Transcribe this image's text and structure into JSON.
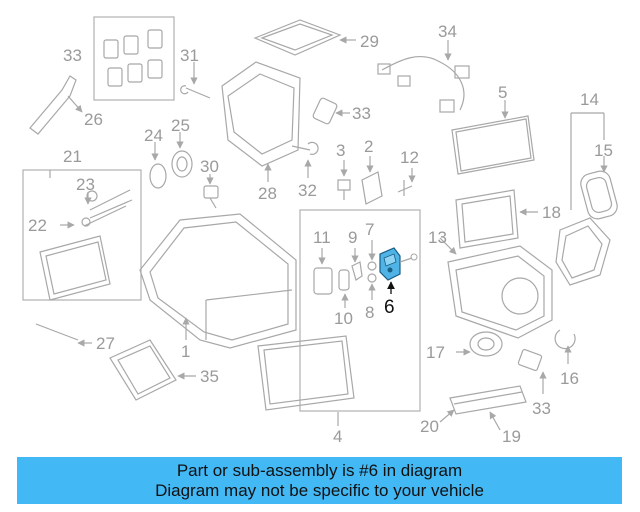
{
  "banner": {
    "line1": "Part or sub-assembly is #6 in diagram",
    "line2": "Diagram may not be specific to your vehicle",
    "background": "#42b8f5"
  },
  "highlight_color": "#4fb3e6",
  "callouts": [
    {
      "id": "1",
      "label": "1"
    },
    {
      "id": "2",
      "label": "2"
    },
    {
      "id": "3",
      "label": "3"
    },
    {
      "id": "4",
      "label": "4"
    },
    {
      "id": "5",
      "label": "5"
    },
    {
      "id": "6",
      "label": "6"
    },
    {
      "id": "7",
      "label": "7"
    },
    {
      "id": "8",
      "label": "8"
    },
    {
      "id": "9",
      "label": "9"
    },
    {
      "id": "10",
      "label": "10"
    },
    {
      "id": "11",
      "label": "11"
    },
    {
      "id": "12",
      "label": "12"
    },
    {
      "id": "13",
      "label": "13"
    },
    {
      "id": "14",
      "label": "14"
    },
    {
      "id": "15",
      "label": "15"
    },
    {
      "id": "16",
      "label": "16"
    },
    {
      "id": "17",
      "label": "17"
    },
    {
      "id": "18",
      "label": "18"
    },
    {
      "id": "19",
      "label": "19"
    },
    {
      "id": "20",
      "label": "20"
    },
    {
      "id": "21",
      "label": "21"
    },
    {
      "id": "22",
      "label": "22"
    },
    {
      "id": "23",
      "label": "23"
    },
    {
      "id": "24",
      "label": "24"
    },
    {
      "id": "25",
      "label": "25"
    },
    {
      "id": "26",
      "label": "26"
    },
    {
      "id": "27",
      "label": "27"
    },
    {
      "id": "28",
      "label": "28"
    },
    {
      "id": "29",
      "label": "29"
    },
    {
      "id": "30",
      "label": "30"
    },
    {
      "id": "31",
      "label": "31"
    },
    {
      "id": "32",
      "label": "32"
    },
    {
      "id": "33a",
      "label": "33"
    },
    {
      "id": "33b",
      "label": "33"
    },
    {
      "id": "33c",
      "label": "33"
    },
    {
      "id": "34",
      "label": "34"
    },
    {
      "id": "35",
      "label": "35"
    }
  ]
}
